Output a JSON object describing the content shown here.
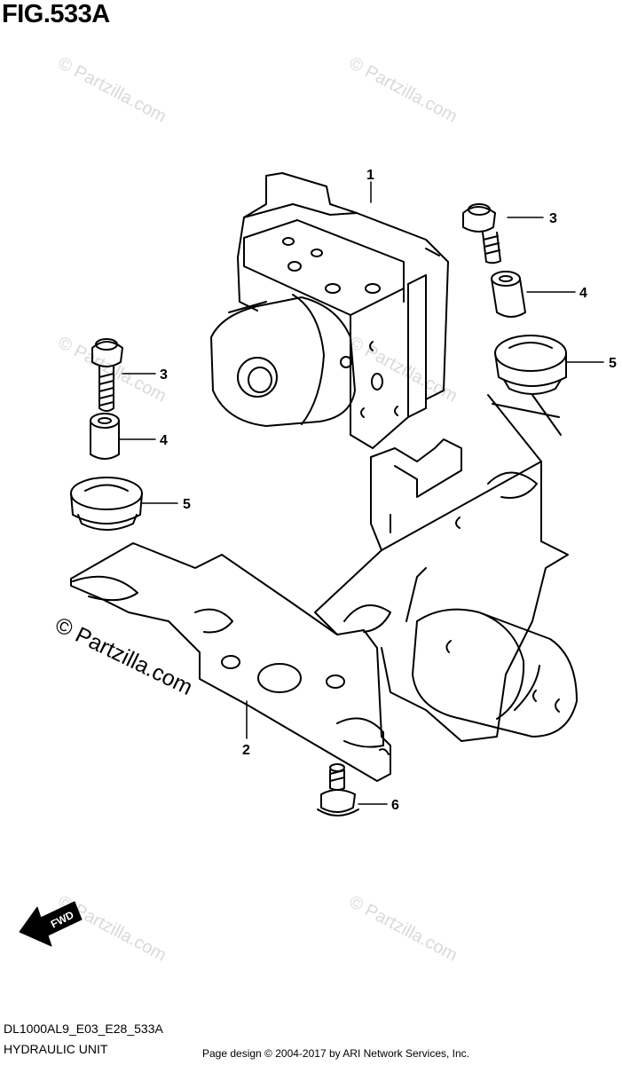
{
  "figure": {
    "title": "FIG.533A"
  },
  "watermark": {
    "text": "© Partzilla.com"
  },
  "callouts": [
    {
      "number": "1",
      "part": "hydraulic-unit"
    },
    {
      "number": "2",
      "part": "bracket"
    },
    {
      "number": "3",
      "part": "bolt"
    },
    {
      "number": "3",
      "part": "bolt"
    },
    {
      "number": "4",
      "part": "spacer"
    },
    {
      "number": "4",
      "part": "spacer"
    },
    {
      "number": "5",
      "part": "cushion"
    },
    {
      "number": "5",
      "part": "cushion"
    },
    {
      "number": "6",
      "part": "bolt"
    }
  ],
  "fwd_label": "FWD",
  "footer": {
    "code": "DL1000AL9_E03_E28_533A",
    "name": "HYDRAULIC UNIT",
    "copyright": "Page design © 2004-2017 by ARI Network Services, Inc."
  }
}
